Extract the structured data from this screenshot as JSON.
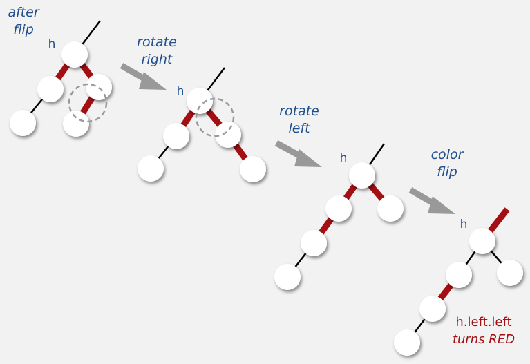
{
  "colors": {
    "red_link": "#a30f12",
    "black_link": "#000000",
    "caption_blue": "#1f4f8e",
    "note_red": "#a30f12",
    "arrow_gray": "#999999",
    "highlight_ring": "#9a9a9a",
    "node_fill": "#ffffff",
    "background": "#f2f2f2"
  },
  "steps": [
    {
      "caption": [
        "after",
        "flip"
      ],
      "node_label": "h"
    },
    {
      "caption": [
        "rotate",
        "right"
      ],
      "node_label": "h"
    },
    {
      "caption": [
        "rotate",
        "left"
      ],
      "node_label": "h"
    },
    {
      "caption": [
        "color",
        "flip"
      ],
      "node_label": "h"
    }
  ],
  "note": {
    "line1": "h.left.left",
    "line2": "turns RED"
  }
}
